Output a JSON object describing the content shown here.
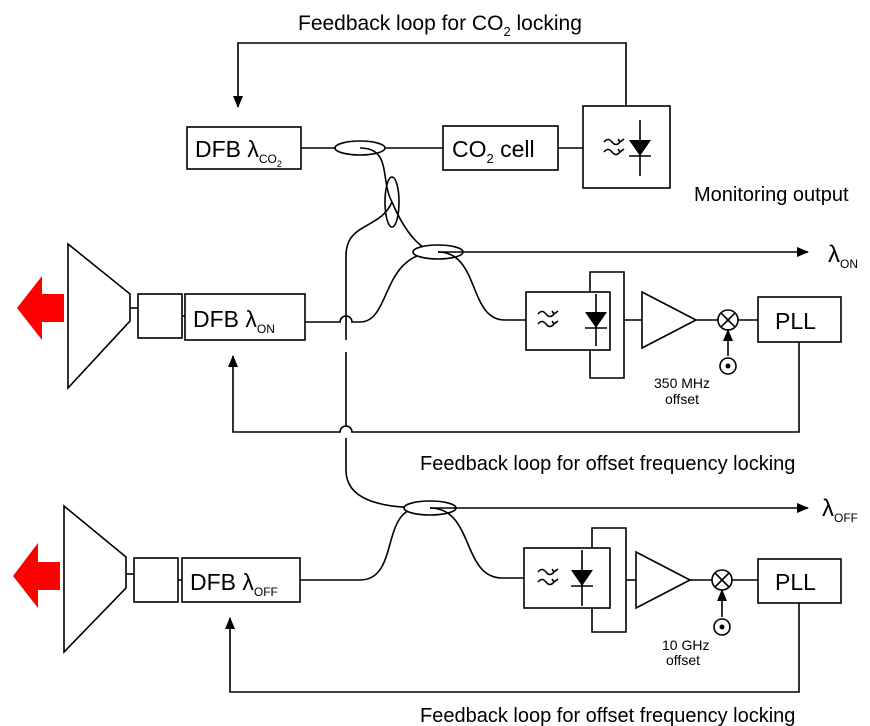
{
  "labels": {
    "feedback_co2": "Feedback loop for CO",
    "feedback_co2_sub": "2",
    "feedback_co2_tail": " locking",
    "monitoring": "Monitoring output",
    "feedback_offset_1": "Feedback loop for offset frequency locking",
    "feedback_offset_2": "Feedback loop for offset frequency locking"
  },
  "blocks": {
    "dfb": "DFB λ",
    "dfb_co2_sub": "CO",
    "dfb_co2_subsub": "2",
    "dfb_on_sub": "ON",
    "dfb_off_sub": "OFF",
    "co2_cell": "CO",
    "co2_cell_sub": "2",
    "co2_cell_tail": " cell",
    "pll_1": "PLL",
    "pll_2": "PLL"
  },
  "outputs": {
    "lambda": "λ",
    "on": "ON",
    "off": "OFF"
  },
  "offsets": {
    "offset_1_freq": "350 MHz",
    "offset_1_word": "offset",
    "offset_2_freq": "10 GHz",
    "offset_2_word": "offset"
  },
  "colors": {
    "line": "#000000",
    "output_arrow": "#ff0000"
  },
  "icons": [
    "photodiode-icon",
    "amplifier-icon",
    "mixer-icon",
    "fiber-coupler-icon",
    "tapered-amplifier-icon"
  ]
}
